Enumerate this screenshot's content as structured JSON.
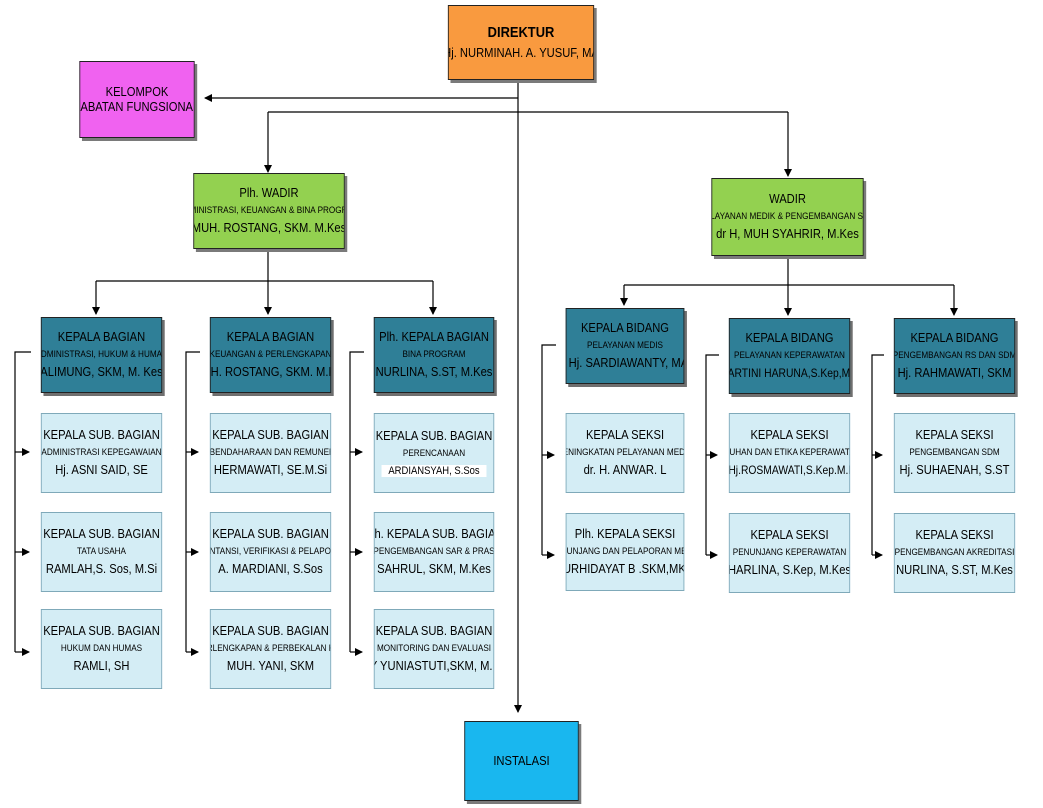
{
  "direktur": {
    "title": "DIREKTUR",
    "name": "dr. Hj. NURMINAH. A. YUSUF, MARS"
  },
  "kelompok": {
    "line1": "KELOMPOK",
    "line2": "JABATAN FUNGSIONAL"
  },
  "wadir_left": {
    "title": "Plh. WADIR",
    "unit": "ADMINISTRASI, KEUANGAN & BINA PROGRAM",
    "name": "MUH. ROSTANG, SKM. M.Kes"
  },
  "wadir_right": {
    "title": "WADIR",
    "unit": "PELAYANAN MEDIK & PENGEMBANGAN SDM",
    "name": "dr H, MUH SYAHRIR, M.Kes"
  },
  "bagian": [
    {
      "title": "KEPALA BAGIAN",
      "unit": "ADMINISTRASI, HUKUM & HUMAS",
      "name": "ALIMUNG, SKM, M. Kes",
      "subs": [
        {
          "title": "KEPALA SUB. BAGIAN",
          "unit": "ADMINISTRASI KEPEGAWAIAN",
          "name": "Hj. ASNI SAID, SE"
        },
        {
          "title": "KEPALA SUB. BAGIAN",
          "unit": "TATA USAHA",
          "name": "RAMLAH,S. Sos, M.Si"
        },
        {
          "title": "KEPALA SUB. BAGIAN",
          "unit": "HUKUM DAN HUMAS",
          "name": "RAMLI, SH"
        }
      ]
    },
    {
      "title": "KEPALA BAGIAN",
      "unit": "KEUANGAN & PERLENGKAPAN",
      "name": "MUH. ROSTANG, SKM. M.Kes",
      "subs": [
        {
          "title": "KEPALA SUB. BAGIAN",
          "unit": "PERBENDAHARAAN DAN REMUNERASI",
          "name": "HERMAWATI, SE.M.Si"
        },
        {
          "title": "KEPALA SUB. BAGIAN",
          "unit": "AKUNTANSI, VERIFIKASI & PELAPORAN",
          "name": "A. MARDIANI, S.Sos"
        },
        {
          "title": "KEPALA SUB. BAGIAN",
          "unit": "PERLENGKAPAN & PERBEKALAN KES",
          "name": "MUH. YANI, SKM"
        }
      ]
    },
    {
      "title": "Plh. KEPALA BAGIAN",
      "unit": "BINA PROGRAM",
      "name": "NURLINA, S.ST, M.Kes",
      "subs": [
        {
          "title": "KEPALA SUB. BAGIAN",
          "unit": "PERENCANAAN",
          "name": "ARDIANSYAH, S.Sos"
        },
        {
          "title": "Plh. KEPALA SUB. BAGIAN",
          "unit": "PENGEMBANGAN SAR & PRAS",
          "name": "SAHRUL, SKM, M.Kes"
        },
        {
          "title": "KEPALA SUB. BAGIAN",
          "unit": "MONITORING DAN EVALUASI",
          "name": "EMY YUNIASTUTI,SKM, M. Kes"
        }
      ]
    }
  ],
  "bidang": [
    {
      "title": "KEPALA BIDANG",
      "unit": "PELAYANAN MEDIS",
      "name": "drg. Hj. SARDIAWANTY, MARS",
      "subs": [
        {
          "title": "KEPALA SEKSI",
          "unit": "PENINGKATAN PELAYANAN MEDIS",
          "name": "dr. H. ANWAR. L"
        },
        {
          "title": "Plh. KEPALA SEKSI",
          "unit": "PENUNJANG DAN PELAPORAN MEDIS",
          "name": "NURHIDAYAT B .SKM,MKM"
        }
      ]
    },
    {
      "title": "KEPALA BIDANG",
      "unit": "PELAYANAN KEPERAWATAN",
      "name": "Hj.KARTINI HARUNA,S.Kep,M.Kes",
      "subs": [
        {
          "title": "KEPALA SEKSI",
          "unit": "ASUHAN DAN ETIKA KEPERAWATAN",
          "name": "Ns.Hj.ROSMAWATI,S.Kep.M.Kes"
        },
        {
          "title": "KEPALA SEKSI",
          "unit": "PENUNJANG KEPERAWATAN",
          "name": "HARLINA, S.Kep, M.Kes"
        }
      ]
    },
    {
      "title": "KEPALA BIDANG",
      "unit": "PENGEMBANGAN RS DAN SDM",
      "name": "Hj. RAHMAWATI, SKM",
      "subs": [
        {
          "title": "KEPALA SEKSI",
          "unit": "PENGEMBANGAN SDM",
          "name": "Hj. SUHAENAH, S.ST"
        },
        {
          "title": "KEPALA SEKSI",
          "unit": "PENGEMBANGAN AKREDITASI",
          "name": "NURLINA, S.ST, M.Kes"
        }
      ]
    }
  ],
  "instalasi": {
    "label": "INSTALASI"
  },
  "colors": {
    "direktur": "#f99a3f",
    "kelompok": "#f062f0",
    "wadir": "#93d150",
    "kepala": "#2f7f97",
    "sub": "#d4edf5",
    "instalasi": "#19b7ef"
  }
}
